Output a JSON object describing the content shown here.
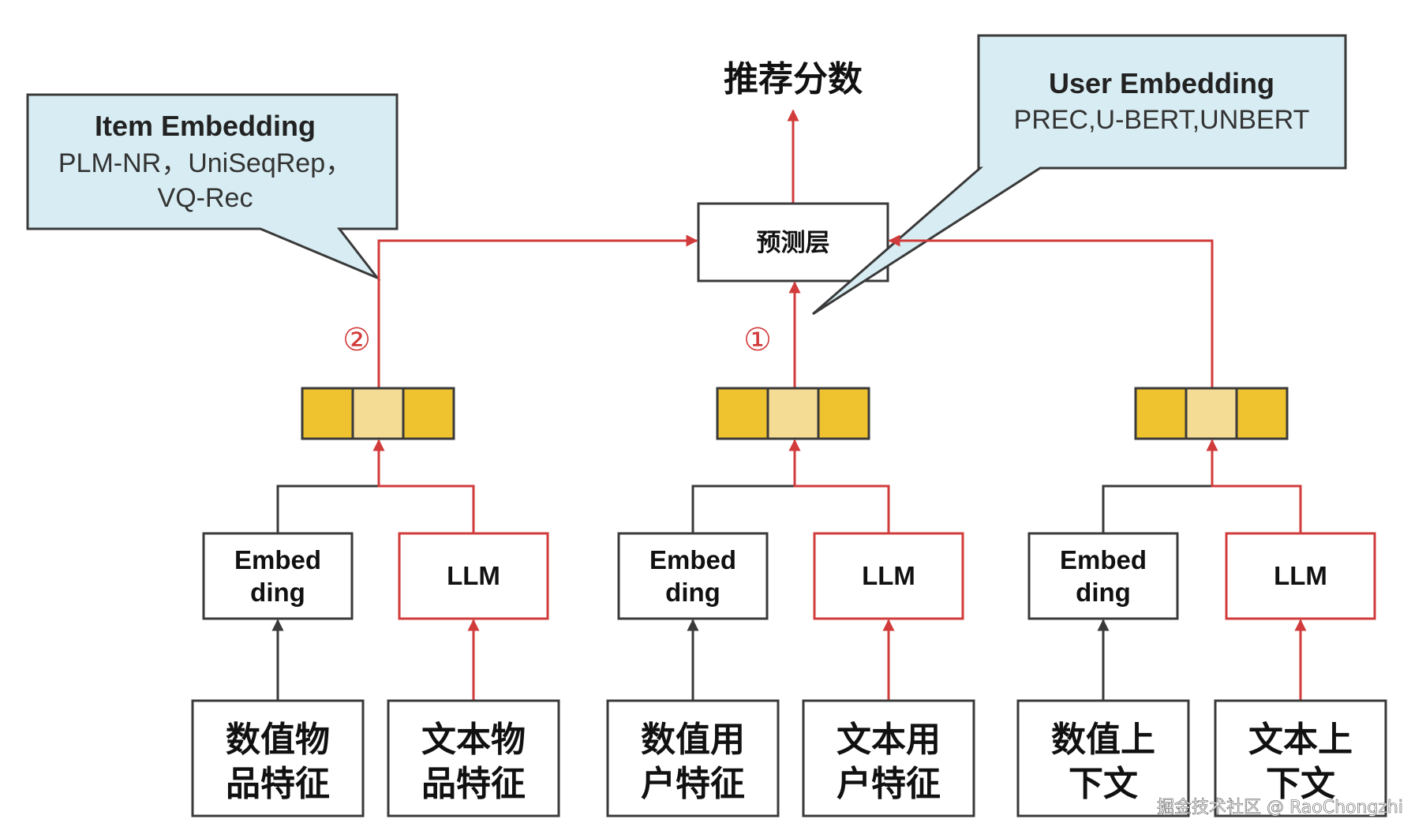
{
  "top_label": "推荐分数",
  "prediction_layer": "预测层",
  "callouts": {
    "item": {
      "title": "Item Embedding",
      "line1": "PLM-NR，UniSeqRep，",
      "line2": "VQ-Rec"
    },
    "user": {
      "title": "User Embedding",
      "line1": "PREC,U-BERT,UNBERT"
    }
  },
  "markers": {
    "one": "①",
    "two": "②"
  },
  "columns": [
    {
      "embed_line1": "Embed",
      "embed_line2": "ding",
      "llm": "LLM",
      "numeric_line1": "数值物",
      "numeric_line2": "品特征",
      "text_line1": "文本物",
      "text_line2": "品特征"
    },
    {
      "embed_line1": "Embed",
      "embed_line2": "ding",
      "llm": "LLM",
      "numeric_line1": "数值用",
      "numeric_line2": "户特征",
      "text_line1": "文本用",
      "text_line2": "户特征"
    },
    {
      "embed_line1": "Embed",
      "embed_line2": "ding",
      "llm": "LLM",
      "numeric_line1": "数值上",
      "numeric_line2": "下文",
      "text_line1": "文本上",
      "text_line2": "下文"
    }
  ],
  "watermark": "掘金技术社区 @ RaoChongzhi",
  "colors": {
    "arrow_red": "#d23b3b",
    "arrow_dark": "#3a3a3a",
    "callout_fill": "#d8edf3",
    "embedding_dark": "#efc22f",
    "embedding_light": "#f5dc95"
  }
}
